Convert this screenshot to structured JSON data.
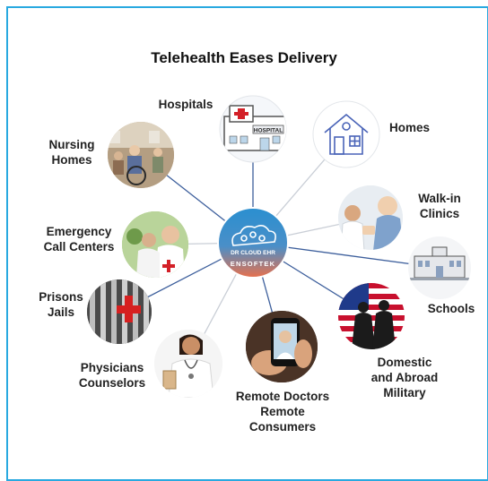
{
  "title": "Telehealth Eases Delivery",
  "hub": {
    "line1": "DR CLOUD EHR",
    "line2": "ENSOFTEK"
  },
  "nodes": {
    "hospitals": {
      "label": "Hospitals",
      "sign": "HOSPITAL"
    },
    "homes": {
      "label": "Homes"
    },
    "nursing": {
      "label": "Nursing\nHomes"
    },
    "walkin": {
      "label": "Walk-in\nClinics"
    },
    "emergency": {
      "label": "Emergency\nCall Centers"
    },
    "schools": {
      "label": "Schools"
    },
    "prisons": {
      "label": "Prisons\nJails"
    },
    "military": {
      "label": "Domestic\nand Abroad\nMilitary"
    },
    "physicians": {
      "label": "Physicians\nCounselors"
    },
    "remote": {
      "label": "Remote Doctors\nRemote\nConsumers"
    }
  },
  "colors": {
    "frame": "#29a9e0",
    "line_dark": "#3d5f9c",
    "line_light": "#c9ced6",
    "hub_top": "#2a8fd0",
    "hub_bottom": "#e8704c"
  }
}
